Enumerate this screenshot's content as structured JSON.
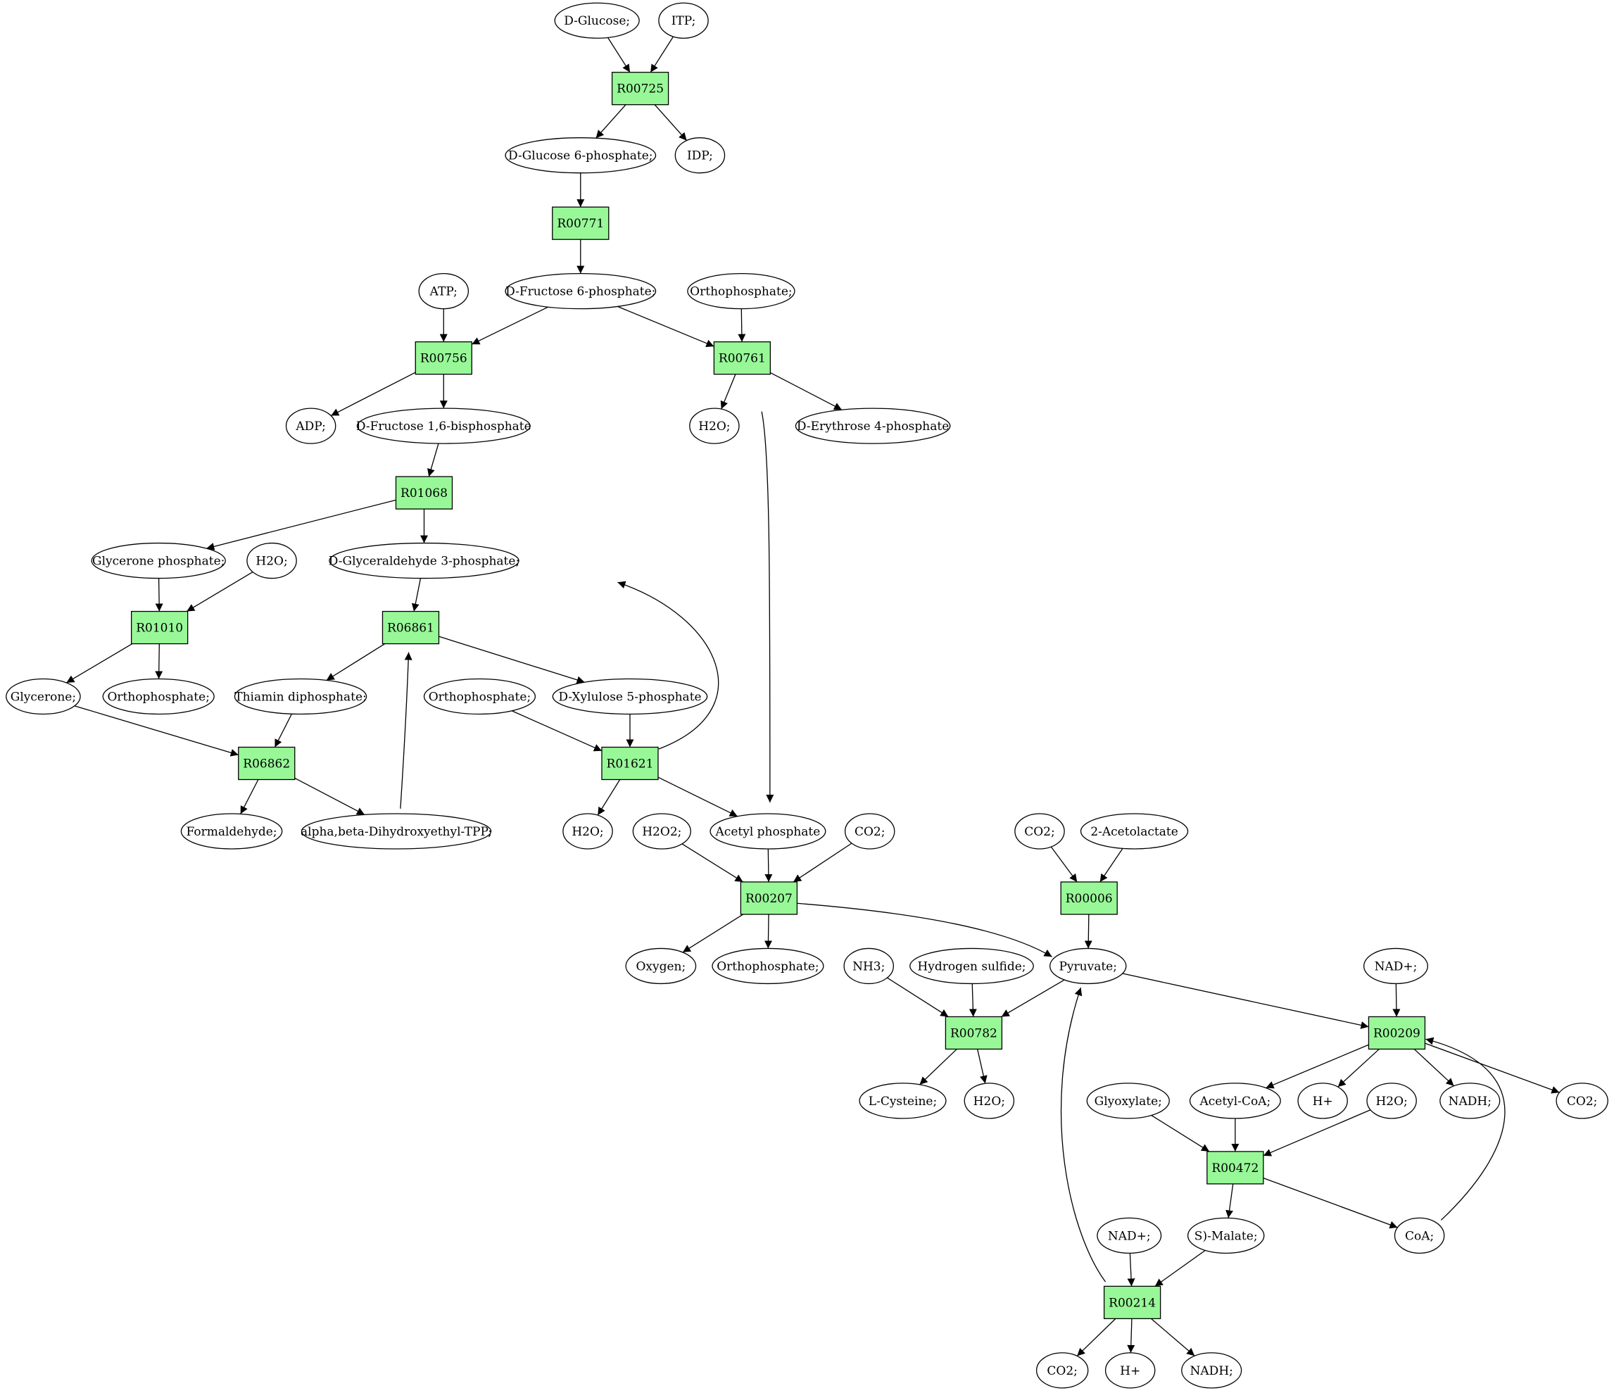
{
  "compounds": [
    {
      "id": "c_glucose",
      "label": "D-Glucose;",
      "highlight": "#00e600"
    },
    {
      "id": "c_itp",
      "label": "ITP;"
    },
    {
      "id": "c_g6p",
      "label": "D-Glucose 6-phosphate;"
    },
    {
      "id": "c_idp",
      "label": "IDP;"
    },
    {
      "id": "c_atp",
      "label": "ATP;"
    },
    {
      "id": "c_f6p",
      "label": "D-Fructose 6-phosphate;"
    },
    {
      "id": "c_ortho1",
      "label": "Orthophosphate;"
    },
    {
      "id": "c_adp",
      "label": "ADP;"
    },
    {
      "id": "c_fbp",
      "label": "D-Fructose 1,6-bisphosphate"
    },
    {
      "id": "c_h2o_a",
      "label": "H2O;"
    },
    {
      "id": "c_e4p",
      "label": "D-Erythrose 4-phosphate"
    },
    {
      "id": "c_gp",
      "label": "Glycerone phosphate;"
    },
    {
      "id": "c_h2o_b",
      "label": "H2O;"
    },
    {
      "id": "c_gap",
      "label": "D-Glyceraldehyde 3-phosphate;"
    },
    {
      "id": "c_glycerone",
      "label": "Glycerone;"
    },
    {
      "id": "c_ortho2",
      "label": "Orthophosphate;"
    },
    {
      "id": "c_thiamin",
      "label": "Thiamin diphosphate;"
    },
    {
      "id": "c_ortho3",
      "label": "Orthophosphate;"
    },
    {
      "id": "c_x5p",
      "label": "D-Xylulose 5-phosphate"
    },
    {
      "id": "c_formaldehyde",
      "label": "Formaldehyde;"
    },
    {
      "id": "c_alphabeta",
      "label": "alpha,beta-Dihydroxyethyl-TPP;"
    },
    {
      "id": "c_h2o_c",
      "label": "H2O;"
    },
    {
      "id": "c_h2o2",
      "label": "H2O2;"
    },
    {
      "id": "c_acetylp",
      "label": "Acetyl phosphate"
    },
    {
      "id": "c_co2_a",
      "label": "CO2;"
    },
    {
      "id": "c_co2_b",
      "label": "CO2;"
    },
    {
      "id": "c_acetolactate",
      "label": "2-Acetolactate"
    },
    {
      "id": "c_oxygen",
      "label": "Oxygen;"
    },
    {
      "id": "c_ortho4",
      "label": "Orthophosphate;"
    },
    {
      "id": "c_nh3",
      "label": "NH3;"
    },
    {
      "id": "c_h2s",
      "label": "Hydrogen sulfide;"
    },
    {
      "id": "c_pyruvate",
      "label": "Pyruvate;"
    },
    {
      "id": "c_nadp_a",
      "label": "NAD+;"
    },
    {
      "id": "c_cysteine",
      "label": "L-Cysteine;",
      "highlight": "#ffff00"
    },
    {
      "id": "c_h2o_d",
      "label": "H2O;"
    },
    {
      "id": "c_glyoxylate",
      "label": "Glyoxylate;"
    },
    {
      "id": "c_acetylcoa",
      "label": "Acetyl-CoA;"
    },
    {
      "id": "c_hplus_a",
      "label": "H+"
    },
    {
      "id": "c_h2o_e",
      "label": "H2O;"
    },
    {
      "id": "c_nadh_a",
      "label": "NADH;"
    },
    {
      "id": "c_co2_c",
      "label": "CO2;"
    },
    {
      "id": "c_nadp_b",
      "label": "NAD+;"
    },
    {
      "id": "c_malate",
      "label": "S)-Malate;"
    },
    {
      "id": "c_coa",
      "label": "CoA;"
    },
    {
      "id": "c_co2_d",
      "label": "CO2;"
    },
    {
      "id": "c_hplus_b",
      "label": "H+"
    },
    {
      "id": "c_nadh_b",
      "label": "NADH;"
    }
  ],
  "reactions": [
    {
      "id": "R00725",
      "label": "R00725"
    },
    {
      "id": "R00771",
      "label": "R00771"
    },
    {
      "id": "R00756",
      "label": "R00756"
    },
    {
      "id": "R00761",
      "label": "R00761"
    },
    {
      "id": "R01068",
      "label": "R01068"
    },
    {
      "id": "R01010",
      "label": "R01010"
    },
    {
      "id": "R06861",
      "label": "R06861"
    },
    {
      "id": "R06862",
      "label": "R06862"
    },
    {
      "id": "R01621",
      "label": "R01621"
    },
    {
      "id": "R00207",
      "label": "R00207"
    },
    {
      "id": "R00006",
      "label": "R00006"
    },
    {
      "id": "R00782",
      "label": "R00782"
    },
    {
      "id": "R00209",
      "label": "R00209"
    },
    {
      "id": "R00472",
      "label": "R00472"
    },
    {
      "id": "R00214",
      "label": "R00214"
    }
  ],
  "edges": [
    [
      "c_glucose",
      "R00725"
    ],
    [
      "c_itp",
      "R00725"
    ],
    [
      "R00725",
      "c_g6p"
    ],
    [
      "R00725",
      "c_idp"
    ],
    [
      "c_g6p",
      "R00771"
    ],
    [
      "R00771",
      "c_f6p"
    ],
    [
      "c_atp",
      "R00756"
    ],
    [
      "c_f6p",
      "R00756"
    ],
    [
      "c_f6p",
      "R00761"
    ],
    [
      "c_ortho1",
      "R00761"
    ],
    [
      "R00756",
      "c_adp"
    ],
    [
      "R00756",
      "c_fbp"
    ],
    [
      "R00761",
      "c_h2o_a"
    ],
    [
      "R00761",
      "c_e4p"
    ],
    [
      "R00761",
      "c_acetylp"
    ],
    [
      "c_fbp",
      "R01068"
    ],
    [
      "R01068",
      "c_gp"
    ],
    [
      "R01068",
      "c_gap"
    ],
    [
      "c_gp",
      "R01010"
    ],
    [
      "c_h2o_b",
      "R01010"
    ],
    [
      "R01010",
      "c_glycerone"
    ],
    [
      "R01010",
      "c_ortho2"
    ],
    [
      "c_gap",
      "R06861"
    ],
    [
      "R06861",
      "c_thiamin"
    ],
    [
      "R06861",
      "c_x5p"
    ],
    [
      "c_glycerone",
      "R06862"
    ],
    [
      "c_thiamin",
      "R06862"
    ],
    [
      "R06862",
      "c_formaldehyde"
    ],
    [
      "R06862",
      "c_alphabeta"
    ],
    [
      "c_alphabeta",
      "R06861"
    ],
    [
      "c_ortho3",
      "R01621"
    ],
    [
      "c_x5p",
      "R01621"
    ],
    [
      "R01621",
      "c_h2o_c"
    ],
    [
      "R01621",
      "c_acetylp"
    ],
    [
      "R01621",
      "c_gap"
    ],
    [
      "c_h2o2",
      "R00207"
    ],
    [
      "c_acetylp",
      "R00207"
    ],
    [
      "c_co2_a",
      "R00207"
    ],
    [
      "R00207",
      "c_oxygen"
    ],
    [
      "R00207",
      "c_ortho4"
    ],
    [
      "R00207",
      "c_pyruvate"
    ],
    [
      "c_co2_b",
      "R00006"
    ],
    [
      "c_acetolactate",
      "R00006"
    ],
    [
      "R00006",
      "c_pyruvate"
    ],
    [
      "c_nh3",
      "R00782"
    ],
    [
      "c_h2s",
      "R00782"
    ],
    [
      "c_pyruvate",
      "R00782"
    ],
    [
      "R00782",
      "c_cysteine"
    ],
    [
      "R00782",
      "c_h2o_d"
    ],
    [
      "c_pyruvate",
      "R00209"
    ],
    [
      "c_nadp_a",
      "R00209"
    ],
    [
      "c_coa",
      "R00209"
    ],
    [
      "R00209",
      "c_acetylcoa"
    ],
    [
      "R00209",
      "c_hplus_a"
    ],
    [
      "R00209",
      "c_nadh_a"
    ],
    [
      "R00209",
      "c_co2_c"
    ],
    [
      "c_glyoxylate",
      "R00472"
    ],
    [
      "c_acetylcoa",
      "R00472"
    ],
    [
      "c_h2o_e",
      "R00472"
    ],
    [
      "R00472",
      "c_malate"
    ],
    [
      "R00472",
      "c_coa"
    ],
    [
      "c_nadp_b",
      "R00214"
    ],
    [
      "c_malate",
      "R00214"
    ],
    [
      "R00214",
      "c_pyruvate"
    ],
    [
      "R00214",
      "c_co2_d"
    ],
    [
      "R00214",
      "c_hplus_b"
    ],
    [
      "R00214",
      "c_nadh_b"
    ]
  ]
}
